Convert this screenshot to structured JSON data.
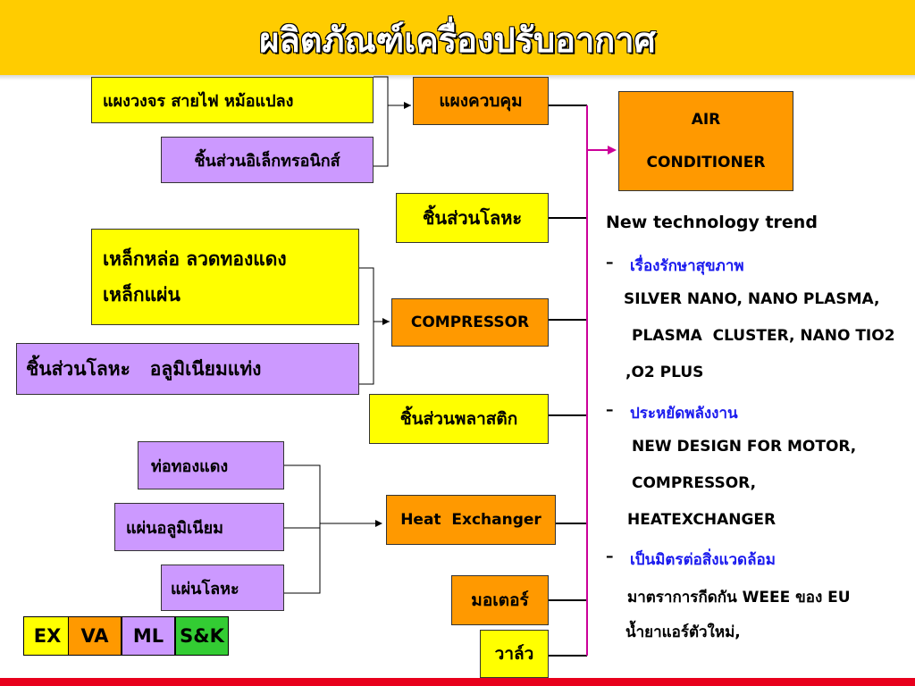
{
  "title": "ผลิตภัณฑ์เครื่องปรับอากาศ",
  "boxes": {
    "circuit": "แผงวงจร สายไฟ หม้อแปลง",
    "electronic": "ชิ้นส่วนอิเล็กทรอนิกส์",
    "control_panel": "แผงควบคุม",
    "metal_parts_1": "ชิ้นส่วนโลหะ",
    "steel_line1": "เหล็กหล่อ ลวดทองแดง",
    "steel_line2": "เหล็กแผ่น",
    "metal_alu": "ชิ้นส่วนโลหะ   อลูมิเนียมแท่ง",
    "compressor": "COMPRESSOR",
    "plastic": "ชิ้นส่วนพลาสติก",
    "copper_pipe": "ท่อทองแดง",
    "alu_sheet": "แผ่นอลูมิเนียม",
    "metal_sheet": "แผ่นโลหะ",
    "heat_exchanger": "Heat  Exchanger",
    "motor": "มอเตอร์",
    "valve": "วาล์ว",
    "air_conditioner_line1": "AIR",
    "air_conditioner_line2": "CONDITIONER"
  },
  "notes": {
    "heading": "New technology trend",
    "dash": "–",
    "health": "เรื่องรักษาสุขภาพ",
    "health_line1": "SILVER NANO, NANO PLASMA,",
    "health_line2": "PLASMA  CLUSTER, NANO TIO2",
    "health_line3": ",O2 PLUS",
    "energy": "ประหยัดพลังงาน",
    "energy_line1": "NEW DESIGN FOR MOTOR,",
    "energy_line2": "COMPRESSOR,",
    "energy_line3": "HEATEXCHANGER",
    "env": "เป็นมิตรต่อสิ่งแวดล้อม",
    "env_line1": "มาตราการกีดกัน WEEE ของ EU",
    "env_line2": "น้ำยาแอร์ตัวใหม่,"
  },
  "legend": [
    {
      "label": "EX",
      "color": "#ffff00"
    },
    {
      "label": "VA",
      "color": "#ff9900"
    },
    {
      "label": "ML",
      "color": "#cc99ff"
    },
    {
      "label": "S&K",
      "color": "#33cc33"
    }
  ]
}
